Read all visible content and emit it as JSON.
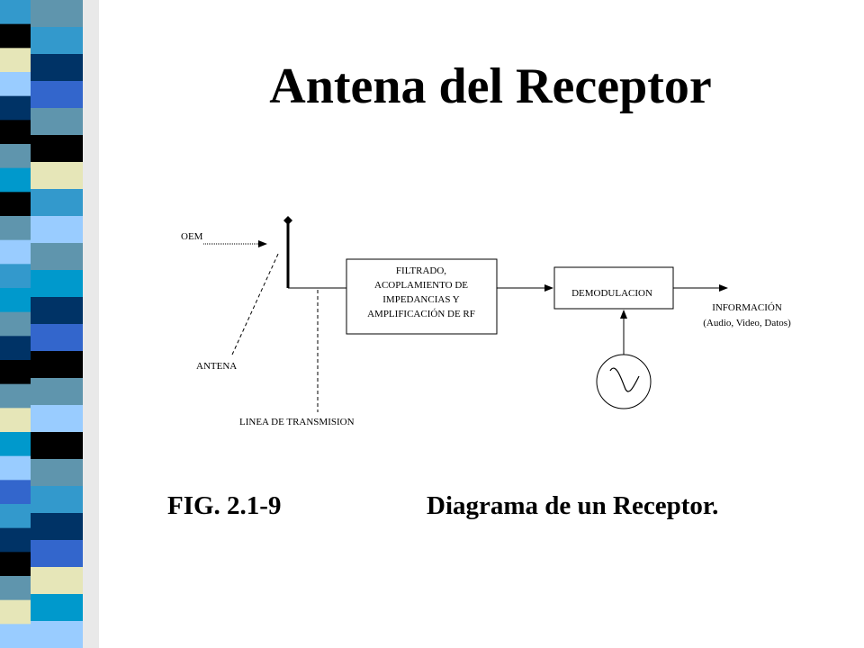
{
  "slide": {
    "title": "Antena del Receptor",
    "sidebar_colors": [
      "#3366cc",
      "#5f95ad",
      "#003366",
      "#3399cc",
      "#000000",
      "#e6e6b8",
      "#99ccff",
      "#000000",
      "#5f95ad",
      "#0099cc"
    ]
  },
  "diagram": {
    "labels": {
      "oem": "OEM",
      "antena": "ANTENA",
      "linea": "LINEA DE TRANSMISION",
      "demod": "DEMODULACION",
      "info_line1": "INFORMACIÓN",
      "info_line2": "(Audio, Video, Datos)"
    },
    "filter_lines": [
      "FILTRADO,",
      "ACOPLAMIENTO DE",
      "IMPEDANCIAS Y",
      "AMPLIFICACIÓN DE RF"
    ]
  },
  "caption": {
    "fig": "FIG. 2.1-9",
    "text": "Diagrama de un Receptor."
  }
}
